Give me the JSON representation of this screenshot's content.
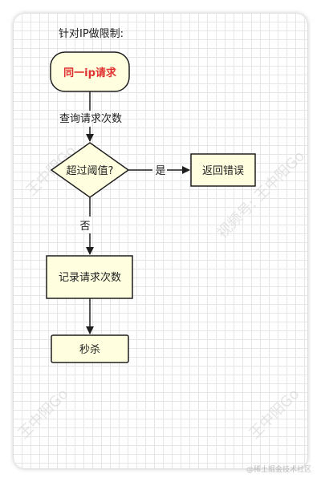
{
  "diagram": {
    "title": "针对IP做限制:",
    "nodes": {
      "start": "同一ip请求",
      "decision": "超过阈值?",
      "error": "返回错误",
      "record": "记录请求次数",
      "seckill": "秒杀"
    },
    "edges": {
      "query": "查询请求次数",
      "yes": "是",
      "no": "否"
    }
  },
  "colors": {
    "node_fill": "#ffffe0",
    "stroke": "#1e1e1e",
    "start_text": "#e0302f",
    "grid": "#e6e6e6"
  },
  "watermarks": {
    "author": "王中阳Go",
    "channel": "视频号: 王中阳Go",
    "footer": "@稀土掘金技术社区"
  }
}
